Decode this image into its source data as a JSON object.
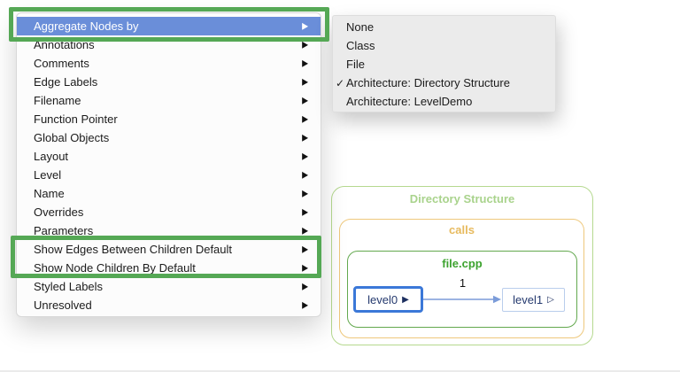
{
  "colors": {
    "menu_highlight_blue": "#6a8ed9",
    "annotation_green": "#55a855",
    "outer_box_green": "#b5d98f",
    "calls_orange": "#eec87c",
    "file_green": "#63a84e",
    "selected_node_blue": "#3b78d8",
    "edge_blue": "#7b9cd9"
  },
  "context_menu": {
    "submenu_arrow": "▶",
    "items": [
      {
        "label": "Aggregate Nodes by",
        "selected": true
      },
      {
        "label": "Annotations",
        "selected": false
      },
      {
        "label": "Comments",
        "selected": false
      },
      {
        "label": "Edge Labels",
        "selected": false
      },
      {
        "label": "Filename",
        "selected": false
      },
      {
        "label": "Function Pointer",
        "selected": false
      },
      {
        "label": "Global Objects",
        "selected": false
      },
      {
        "label": "Layout",
        "selected": false
      },
      {
        "label": "Level",
        "selected": false
      },
      {
        "label": "Name",
        "selected": false
      },
      {
        "label": "Overrides",
        "selected": false
      },
      {
        "label": "Parameters",
        "selected": false
      },
      {
        "label": "Show Edges Between Children Default",
        "selected": false
      },
      {
        "label": "Show Node Children By Default",
        "selected": false
      },
      {
        "label": "Styled Labels",
        "selected": false
      },
      {
        "label": "Unresolved",
        "selected": false
      }
    ]
  },
  "submenu": {
    "check_glyph": "✓",
    "items": [
      {
        "label": "None",
        "checked": false
      },
      {
        "label": "Class",
        "checked": false
      },
      {
        "label": "File",
        "checked": false
      },
      {
        "label": "Architecture: Directory Structure",
        "checked": true
      },
      {
        "label": "Architecture: LevelDemo",
        "checked": false
      }
    ]
  },
  "diagram": {
    "outer_label": "Directory Structure",
    "middle_label": "calls",
    "inner_label": "file.cpp",
    "edge_label": "1",
    "node_left": {
      "label": "level0",
      "glyph": "▶"
    },
    "node_right": {
      "label": "level1",
      "glyph": "▷"
    }
  }
}
